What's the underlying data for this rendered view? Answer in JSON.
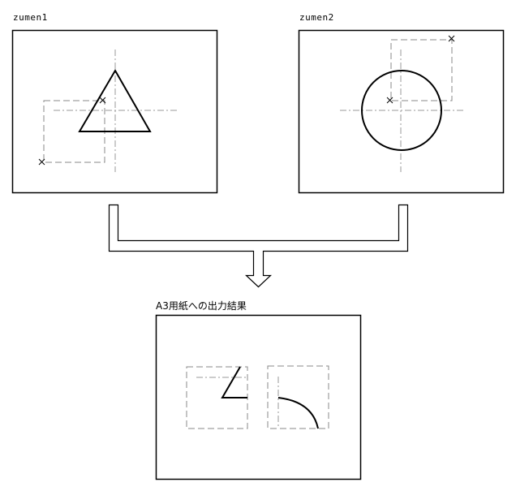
{
  "drawings": [
    {
      "label": "zumen1",
      "shape": "triangle"
    },
    {
      "label": "zumen2",
      "shape": "circle"
    }
  ],
  "output": {
    "label": "A3用紙への出力結果"
  },
  "colors": {
    "outline": "#000000",
    "dashed": "#808080",
    "centerline": "#909090"
  }
}
